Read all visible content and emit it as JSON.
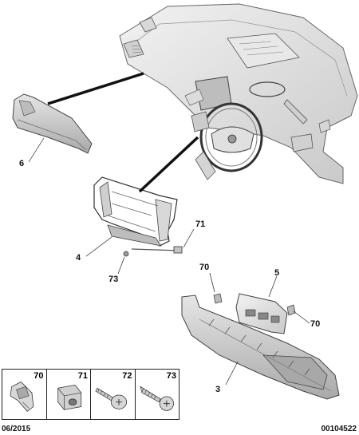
{
  "callouts": {
    "c6": "6",
    "c4": "4",
    "c71": "71",
    "c73": "73",
    "c70a": "70",
    "c5": "5",
    "c70b": "70",
    "c3": "3"
  },
  "legend": [
    {
      "num": "70",
      "icon": "clip-icon"
    },
    {
      "num": "71",
      "icon": "cage-nut-icon"
    },
    {
      "num": "72",
      "icon": "screw-icon"
    },
    {
      "num": "73",
      "icon": "self-tapping-screw-icon"
    }
  ],
  "footer": {
    "date": "06/2015",
    "code": "00104522"
  }
}
